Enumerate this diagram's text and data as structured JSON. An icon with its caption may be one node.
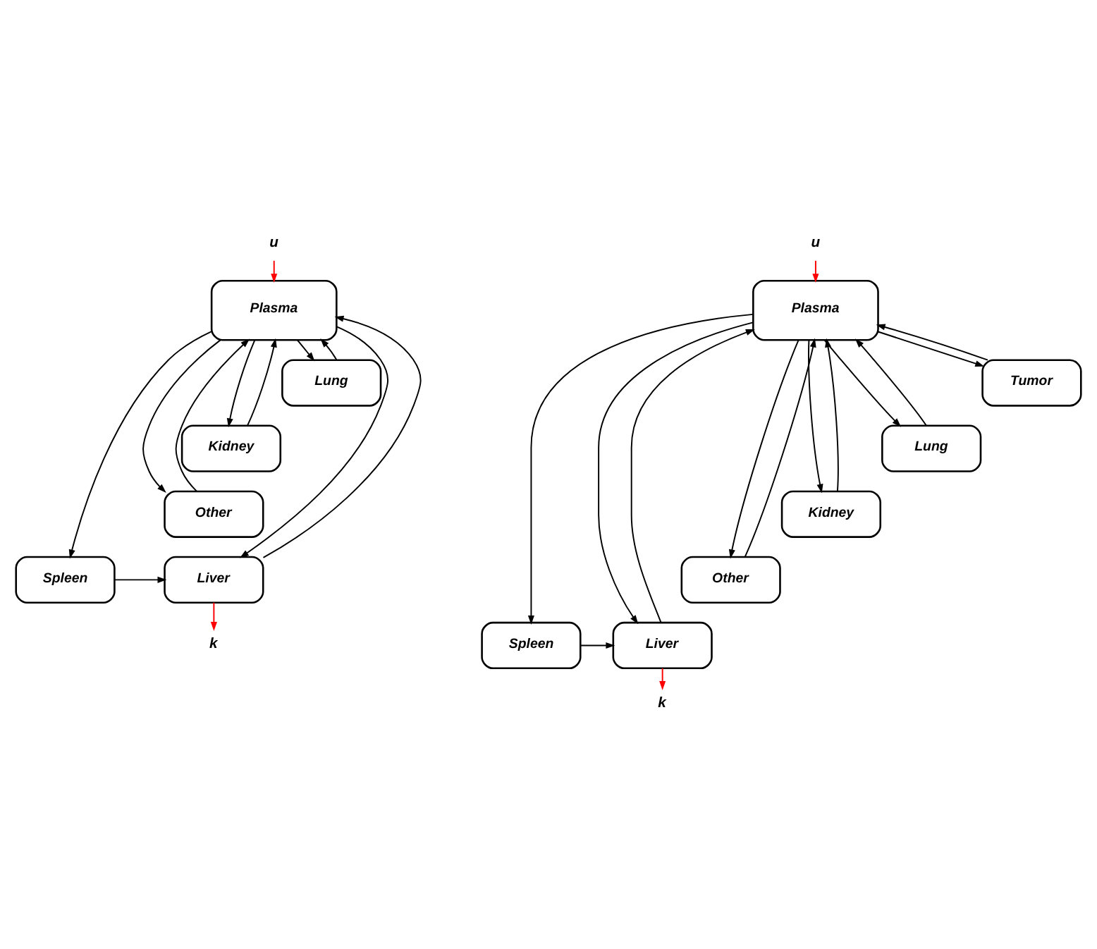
{
  "diagram": {
    "nodes": [
      {
        "text": [
          "u"
        ]
      },
      {
        "text": [
          "Plasma"
        ]
      },
      {
        "text": [
          "Lung"
        ]
      },
      {
        "text": [
          "Kidney"
        ]
      },
      {
        "text": [
          "Other"
        ]
      },
      {
        "text": [
          "Liver"
        ]
      },
      {
        "text": [
          "Spleen"
        ]
      },
      {
        "text": [
          "k"
        ]
      },
      {
        "text": [
          "u"
        ]
      },
      {
        "text": [
          "Plasma"
        ]
      },
      {
        "text": [
          "Tumor"
        ]
      },
      {
        "text": [
          "Lung"
        ]
      },
      {
        "text": [
          "Kidney"
        ]
      },
      {
        "text": [
          "Other"
        ]
      },
      {
        "text": [
          "Liver"
        ]
      },
      {
        "text": [
          "Spleen"
        ]
      },
      {
        "text": [
          "k"
        ]
      }
    ],
    "edges": [
      {
        "from": 0,
        "to": 1,
        "arrow": "to",
        "color": "#ff0000"
      },
      {
        "from": 1,
        "to": 2,
        "arrow": "to"
      },
      {
        "from": 1,
        "to": 3,
        "arrow": "to"
      },
      {
        "from": 1,
        "to": 4,
        "arrow": "to"
      },
      {
        "from": 1,
        "to": 5,
        "arrow": "to"
      },
      {
        "from": 1,
        "to": 6,
        "arrow": "to"
      },
      {
        "from": 2,
        "to": 1,
        "arrow": "to"
      },
      {
        "from": 3,
        "to": 1,
        "arrow": "to"
      },
      {
        "from": 4,
        "to": 1,
        "arrow": "to"
      },
      {
        "from": 6,
        "to": 5,
        "arrow": "to"
      },
      {
        "from": 5,
        "to": 1,
        "arrow": "to"
      },
      {
        "from": 5,
        "to": 7,
        "arrow": "to",
        "color": "#ff0000"
      },
      {
        "from": 8,
        "to": 9,
        "arrow": "to",
        "color": "#ff0000"
      },
      {
        "from": 9,
        "to": 10,
        "arrow": "to"
      },
      {
        "from": 9,
        "to": 11,
        "arrow": "to"
      },
      {
        "from": 9,
        "to": 12,
        "arrow": "to"
      },
      {
        "from": 9,
        "to": 13,
        "arrow": "to"
      },
      {
        "from": 9,
        "to": 14,
        "arrow": "to"
      },
      {
        "from": 9,
        "to": 15,
        "arrow": "to"
      },
      {
        "from": 10,
        "to": 9,
        "arrow": "to"
      },
      {
        "from": 11,
        "to": 9,
        "arrow": "to"
      },
      {
        "from": 12,
        "to": 9,
        "arrow": "to"
      },
      {
        "from": 13,
        "to": 9,
        "arrow": "to"
      },
      {
        "from": 15,
        "to": 14,
        "arrow": "to"
      },
      {
        "from": 14,
        "to": 9,
        "arrow": "to"
      },
      {
        "from": 14,
        "to": 16,
        "arrow": "to",
        "color": "#ff0000"
      }
    ]
  }
}
